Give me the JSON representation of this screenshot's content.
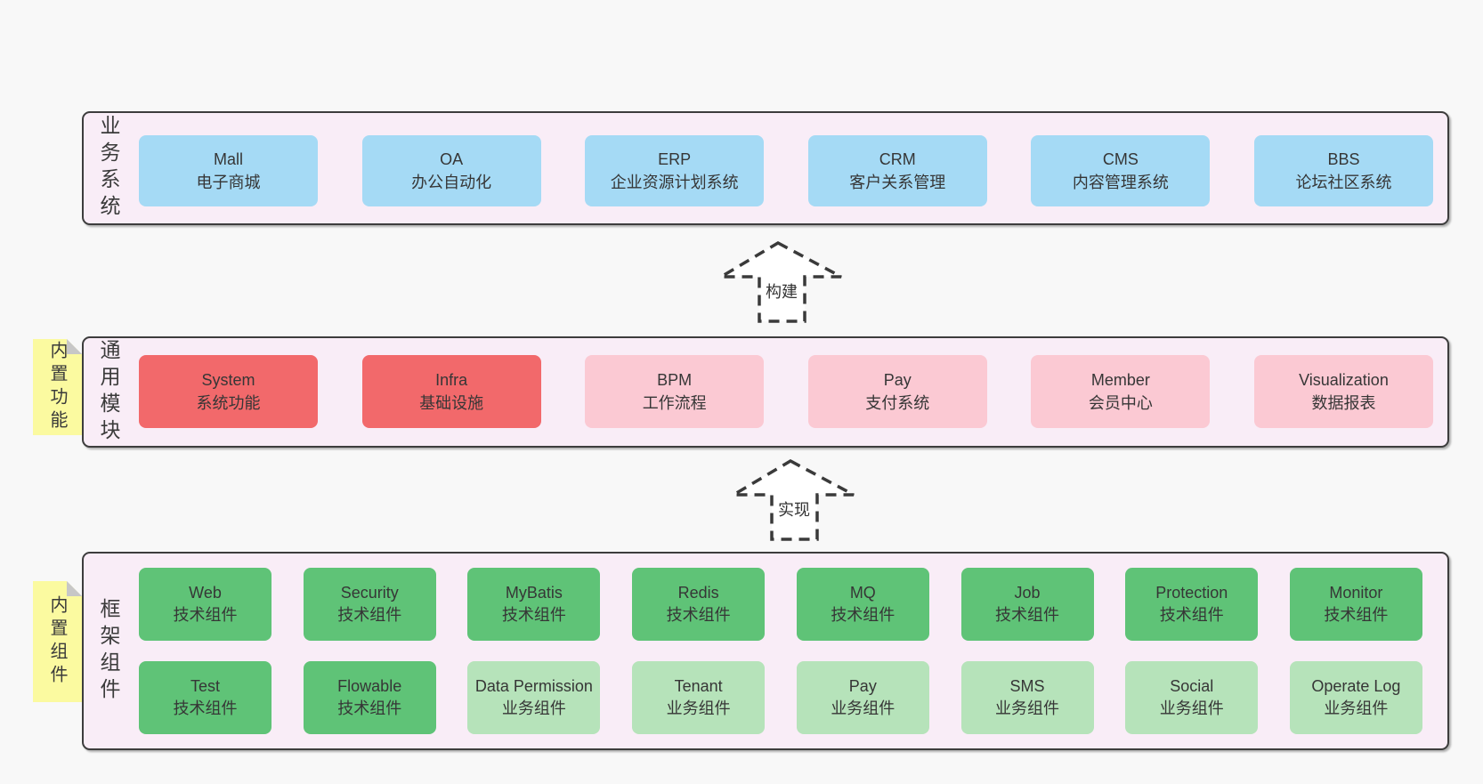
{
  "colors": {
    "page_bg": "#f8f8f8",
    "panel_bg": "#f9edf7",
    "panel_border": "#3d3d3d",
    "box_blue": "#a5daf5",
    "box_red": "#f2696b",
    "box_pink": "#fbc9d3",
    "box_green": "#5fc377",
    "box_green_light": "#b6e3ba",
    "sticky_yellow": "#fbfaa0",
    "sticky_fold": "#c7c7c7",
    "arrow_stroke": "#3a3a3a",
    "text": "#363636"
  },
  "sections": [
    {
      "label": "业务系统",
      "rows": [
        [
          {
            "title": "Mall",
            "subtitle": "电子商城",
            "variant": "blue"
          },
          {
            "title": "OA",
            "subtitle": "办公自动化",
            "variant": "blue"
          },
          {
            "title": "ERP",
            "subtitle": "企业资源计划系统",
            "variant": "blue"
          },
          {
            "title": "CRM",
            "subtitle": "客户关系管理",
            "variant": "blue"
          },
          {
            "title": "CMS",
            "subtitle": "内容管理系统",
            "variant": "blue"
          },
          {
            "title": "BBS",
            "subtitle": "论坛社区系统",
            "variant": "blue"
          }
        ]
      ]
    },
    {
      "label": "通用模块",
      "rows": [
        [
          {
            "title": "System",
            "subtitle": "系统功能",
            "variant": "red"
          },
          {
            "title": "Infra",
            "subtitle": "基础设施",
            "variant": "red"
          },
          {
            "title": "BPM",
            "subtitle": "工作流程",
            "variant": "pink"
          },
          {
            "title": "Pay",
            "subtitle": "支付系统",
            "variant": "pink"
          },
          {
            "title": "Member",
            "subtitle": "会员中心",
            "variant": "pink"
          },
          {
            "title": "Visualization",
            "subtitle": "数据报表",
            "variant": "pink"
          }
        ]
      ]
    },
    {
      "label": "框架组件",
      "rows": [
        [
          {
            "title": "Web",
            "subtitle": "技术组件",
            "variant": "green"
          },
          {
            "title": "Security",
            "subtitle": "技术组件",
            "variant": "green"
          },
          {
            "title": "MyBatis",
            "subtitle": "技术组件",
            "variant": "green"
          },
          {
            "title": "Redis",
            "subtitle": "技术组件",
            "variant": "green"
          },
          {
            "title": "MQ",
            "subtitle": "技术组件",
            "variant": "green"
          },
          {
            "title": "Job",
            "subtitle": "技术组件",
            "variant": "green"
          },
          {
            "title": "Protection",
            "subtitle": "技术组件",
            "variant": "green"
          },
          {
            "title": "Monitor",
            "subtitle": "技术组件",
            "variant": "green"
          }
        ],
        [
          {
            "title": "Test",
            "subtitle": "技术组件",
            "variant": "green"
          },
          {
            "title": "Flowable",
            "subtitle": "技术组件",
            "variant": "green"
          },
          {
            "title": "Data Permission",
            "subtitle": "业务组件",
            "variant": "green-light"
          },
          {
            "title": "Tenant",
            "subtitle": "业务组件",
            "variant": "green-light"
          },
          {
            "title": "Pay",
            "subtitle": "业务组件",
            "variant": "green-light"
          },
          {
            "title": "SMS",
            "subtitle": "业务组件",
            "variant": "green-light"
          },
          {
            "title": "Social",
            "subtitle": "业务组件",
            "variant": "green-light"
          },
          {
            "title": "Operate Log",
            "subtitle": "业务组件",
            "variant": "green-light"
          }
        ]
      ]
    }
  ],
  "arrows": [
    {
      "label": "构建"
    },
    {
      "label": "实现"
    }
  ],
  "stickies": [
    {
      "text": "内置功能"
    },
    {
      "text": "内置组件"
    }
  ]
}
